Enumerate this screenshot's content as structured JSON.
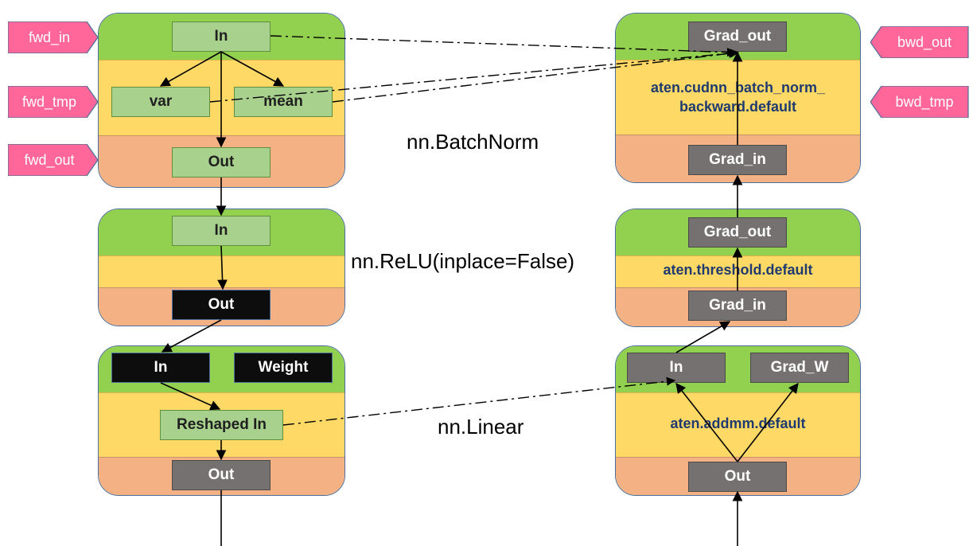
{
  "tags": {
    "fwd_in": "fwd_in",
    "fwd_tmp": "fwd_tmp",
    "fwd_out": "fwd_out",
    "bwd_out": "bwd_out",
    "bwd_tmp": "bwd_tmp"
  },
  "modules": {
    "batchnorm": "nn.BatchNorm",
    "relu": "nn.ReLU(inplace=False)",
    "linear": "nn.Linear"
  },
  "forward": {
    "batchnorm": {
      "in": "In",
      "var": "var",
      "mean": "mean",
      "out": "Out"
    },
    "relu": {
      "in": "In",
      "out": "Out"
    },
    "linear": {
      "in": "In",
      "weight": "Weight",
      "reshaped_in": "Reshaped In",
      "out": "Out"
    }
  },
  "backward": {
    "batchnorm": {
      "grad_out": "Grad_out",
      "op_line1": "aten.cudnn_batch_norm_",
      "op_line2": "backward.default",
      "grad_in": "Grad_in"
    },
    "relu": {
      "grad_out": "Grad_out",
      "op": "aten.threshold.default",
      "grad_in": "Grad_in"
    },
    "linear": {
      "in": "In",
      "grad_w": "Grad_W",
      "op": "aten.addmm.default",
      "out": "Out"
    }
  },
  "colors": {
    "stage_green": "#92d050",
    "stage_yellow": "#ffd966",
    "stage_orange": "#f4b183",
    "tag_pink": "#ff6699",
    "panel_border": "#4a6f9a",
    "op_text": "#1f3a6e"
  }
}
